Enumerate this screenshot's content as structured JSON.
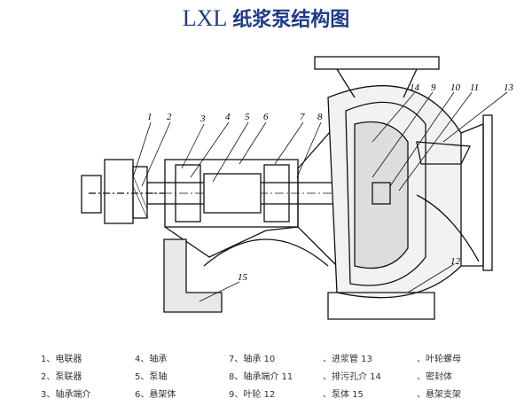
{
  "title": {
    "latin": "LXL",
    "chinese": "纸浆泵结构图"
  },
  "callouts": [
    "1",
    "2",
    "3",
    "4",
    "5",
    "6",
    "7",
    "8",
    "9",
    "10",
    "11",
    "12",
    "13",
    "14",
    "15"
  ],
  "legend": [
    "1、电联器",
    "4、轴承",
    "7、轴承 10",
    "、进浆管 13",
    "、叶轮螺母",
    "2、泵联器",
    "5、泵轴",
    "8、轴承端介 11",
    "、排污孔介 14",
    "、密封体",
    "3、轴承端介",
    "6、悬架体",
    "9、叶轮 12",
    "、泵体 15",
    "、悬架支架"
  ]
}
